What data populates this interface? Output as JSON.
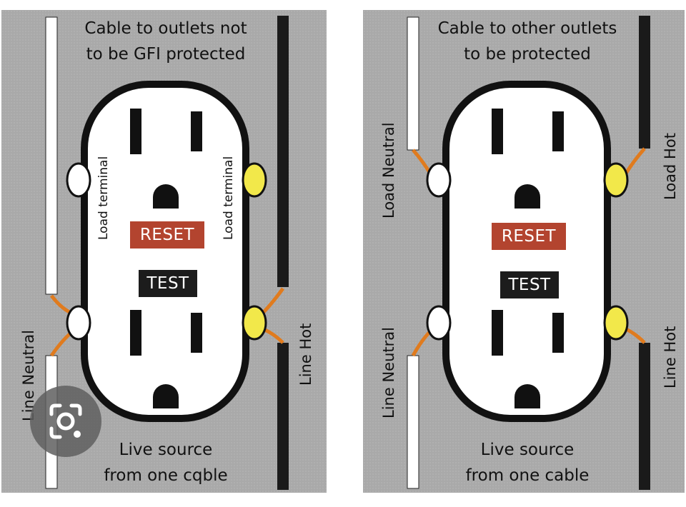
{
  "left_panel": {
    "caption_top": [
      "Cable to outlets not",
      "to be GFI protected"
    ],
    "caption_bottom": [
      "Live source",
      "from one cqble"
    ],
    "label_line_neutral": "Line Neutral",
    "label_line_hot": "Line Hot",
    "label_load_terminal_left": "Load terminal",
    "label_load_terminal_right": "Load terminal",
    "reset_label": "RESET",
    "test_label": "TEST"
  },
  "right_panel": {
    "caption_top": [
      "Cable to other outlets",
      "to be protected"
    ],
    "caption_bottom": [
      "Live source",
      "from one cable"
    ],
    "label_load_neutral": "Load Neutral",
    "label_load_hot": "Load Hot",
    "label_line_neutral": "Line Neutral",
    "label_line_hot": "Line Hot",
    "reset_label": "RESET",
    "test_label": "TEST"
  },
  "colors": {
    "panel_bg": "#a9a9a9",
    "neutral_wire": "#ffffff",
    "hot_wire": "#1a1a1a",
    "jumper": "#e07b1e",
    "brass_screw": "#f2e84a",
    "silver_screw": "#ffffff",
    "reset_bg": "#b3442f",
    "test_bg": "#1c1c1c"
  },
  "icons": {
    "overlay": "lens-camera-icon"
  }
}
